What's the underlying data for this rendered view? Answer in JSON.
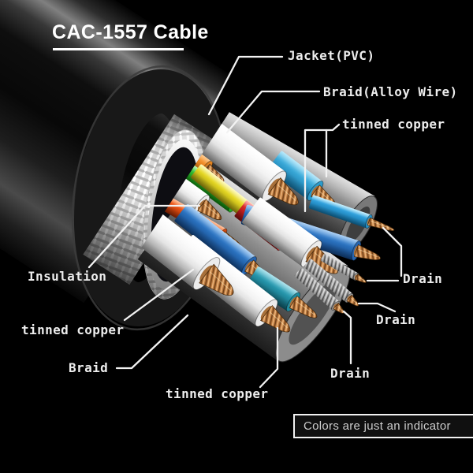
{
  "title": "CAC-1557 Cable",
  "annotations": {
    "jacket": "Jacket(PVC)",
    "braid_alloy_wire": "Braid(Alloy Wire)",
    "tinned_copper_top": "tinned copper",
    "insulation": "Insulation",
    "tinned_copper_left": "tinned copper",
    "braid": "Braid",
    "tinned_copper_bottom": "tinned copper",
    "drain_right": "Drain",
    "drain_middle": "Drain",
    "drain_bottom": "Drain"
  },
  "caption": "Colors are just an indicator",
  "palette": {
    "background": "#000000",
    "title_text": "#ffffff",
    "underline": "#ffffff",
    "label_text": "#ededed",
    "leader_line": "#f2f2f2",
    "caption_text": "#cdcdcd",
    "caption_border": "#f2f2f2",
    "caption_bg": "#101010",
    "jacket": "#1a1a1a",
    "braid": "#e3e3e3",
    "foil": "#d9d9d9",
    "copper": "#b8763c",
    "wire_white": "#f4f4f4",
    "wire_orange": "#f08a24",
    "wire_cyan": "#38a8d8",
    "wire_blue": "#2a72c0",
    "wire_green": "#2eb82e",
    "wire_yellow": "#e4d622",
    "wire_red": "#d82626",
    "wire_orange_red": "#ec5212",
    "wire_teal": "#2596ac",
    "wire_drain_gray": "#9e9e9e"
  }
}
